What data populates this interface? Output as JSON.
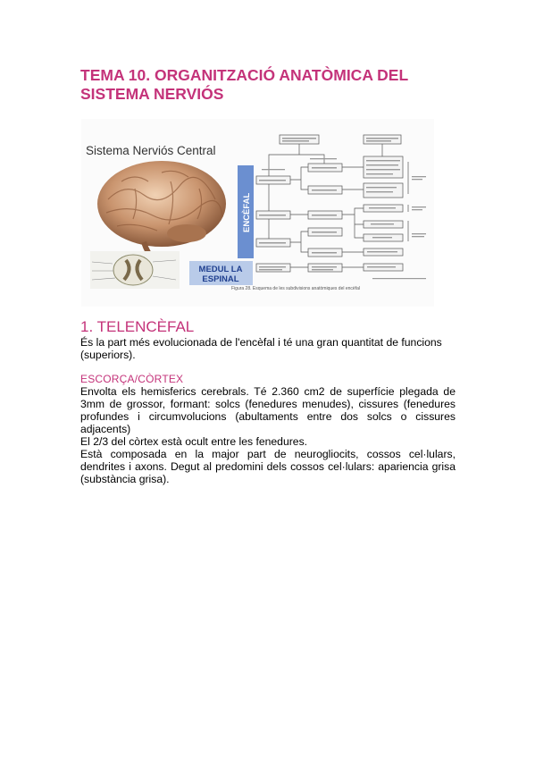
{
  "title": "TEMA 10. ORGANITZACIÓ ANATÒMICA DEL SISTEMA NERVIÓS",
  "figure": {
    "heading": "Sistema Nerviós Central",
    "encefal_label": "ENCÈFAL",
    "medul_line1": "MEDUL LA",
    "medul_line2": "ESPINAL",
    "caption": "Figura 28. Esquema de les subdivisions anatòmiques del encèfal",
    "colors": {
      "encefal_bar": "#6b8fd0",
      "medul_bar": "#b9cbe9",
      "medul_text": "#1f3f8f"
    }
  },
  "section1": {
    "heading": "1. TELENCÈFAL",
    "intro": "És la part més evolucionada de l'encèfal i té una gran quantitat de funcions (superiors).",
    "subheading": "ESCORÇA/CÒRTEX",
    "paragraph1": "Envolta els hemisferics cerebrals. Té 2.360 cm2 de superfície plegada de 3mm de grossor, formant: solcs (fenedures menudes), cissures (fenedures profundes i circumvolucions (abultaments entre dos solcs o cissures adjacents)",
    "paragraph2": "El 2/3 del còrtex està ocult entre les fenedures.",
    "paragraph3": "Està composada en la major part de neurogliocits, cossos cel·lulars, dendrites i axons. Degut al predomini dels cossos cel·lulars: apariencia grisa (substància grisa)."
  },
  "colors": {
    "accent": "#c4337a"
  }
}
